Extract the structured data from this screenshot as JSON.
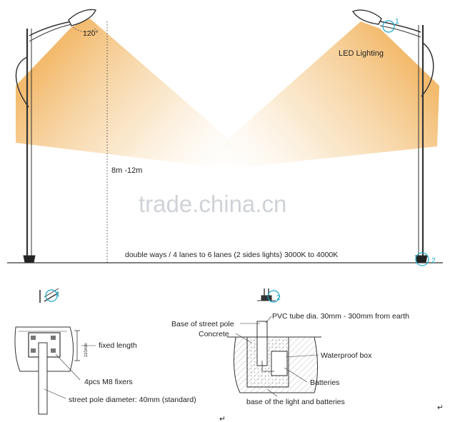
{
  "top": {
    "angle_label": "120°",
    "led_label": "LED Lighting",
    "height_label": "8m -12m",
    "road_label": "double ways / 4 lanes to 6 lanes (2 sides lights)  3000K to 4000K",
    "callout_1": "1",
    "callout_2": "2",
    "watermark": "trade.china.cn"
  },
  "bottom_left": {
    "callout": "1",
    "dimension": "110mm",
    "fixed_length": "fixed length",
    "fixers": "4pcs M8 fixers",
    "pole_diameter": "street pole diameter: 40mm (standard)"
  },
  "bottom_right": {
    "callout": "2",
    "base_pole": "Base of street pole",
    "pvc_tube": "PVC tube dia. 30mm - 300mm from earth",
    "concrete": "Concrete",
    "waterproof": "Waterproof box",
    "batteries": "Batteries",
    "caption": "base of the light and batteries"
  },
  "colors": {
    "light_beam": "#f5c98a",
    "line": "#333333",
    "callout_ring": "#1aa8c8",
    "hatch": "#cccccc"
  },
  "icons": {
    "lamp": "street-lamp-head-icon",
    "enter_mark": "return-arrow-icon"
  },
  "enter_mark": "↵"
}
